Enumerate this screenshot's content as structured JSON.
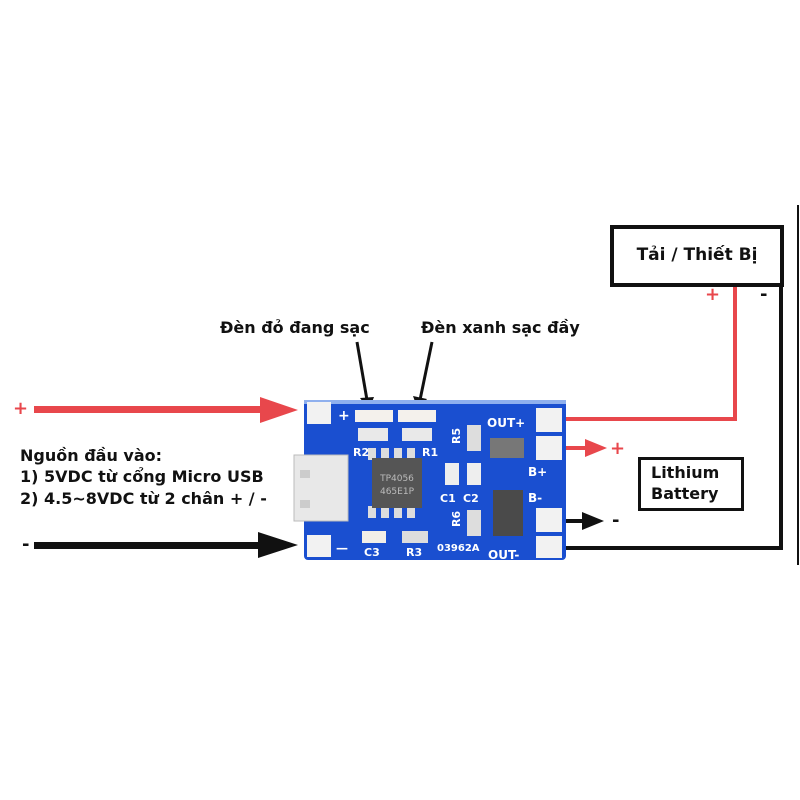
{
  "load_box": {
    "label": "Tải / Thiết Bị",
    "plus": "+",
    "minus": "-"
  },
  "led_labels": {
    "red": "Đèn đỏ đang sạc",
    "green": "Đèn xanh sạc đầy"
  },
  "input": {
    "plus": "+",
    "minus": "-",
    "title": "Nguồn đầu vào:",
    "line1": "1) 5VDC từ cổng Micro USB",
    "line2": "2) 4.5~8VDC từ 2 chân + / -"
  },
  "battery": {
    "line1": "Lithium",
    "line2": "Battery",
    "plus": "+",
    "minus": "-"
  },
  "board": {
    "chip": [
      "TP4056",
      "465E1P"
    ],
    "silkscreen": {
      "plus": "+",
      "minus": "—",
      "r1": "R1",
      "r2": "R2",
      "r3": "R3",
      "r5": "R5",
      "r6": "R6",
      "c1": "C1",
      "c2": "C2",
      "c3": "C3",
      "out_plus": "OUT+",
      "out_minus": "OUT-",
      "b_plus": "B+",
      "b_minus": "B-",
      "code": "03962A"
    }
  },
  "colors": {
    "red": "#e8474c",
    "black": "#111111",
    "pcb": "#1a4fd0",
    "pcb_dark": "#123a9e"
  }
}
